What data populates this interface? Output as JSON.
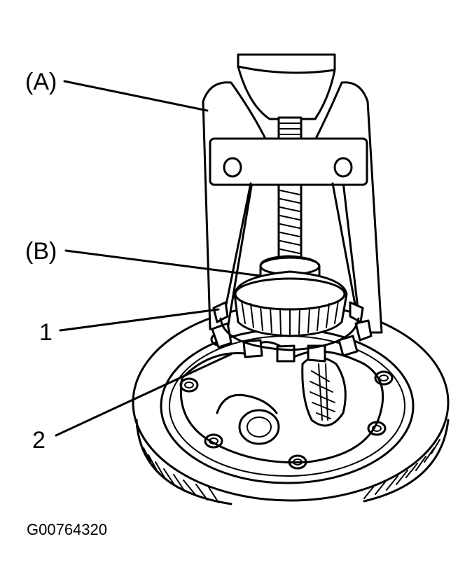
{
  "labels": {
    "tool_a": "(A)",
    "tool_b": "(B)",
    "part_1": "1",
    "part_2": "2"
  },
  "figure_code": "G00764320"
}
